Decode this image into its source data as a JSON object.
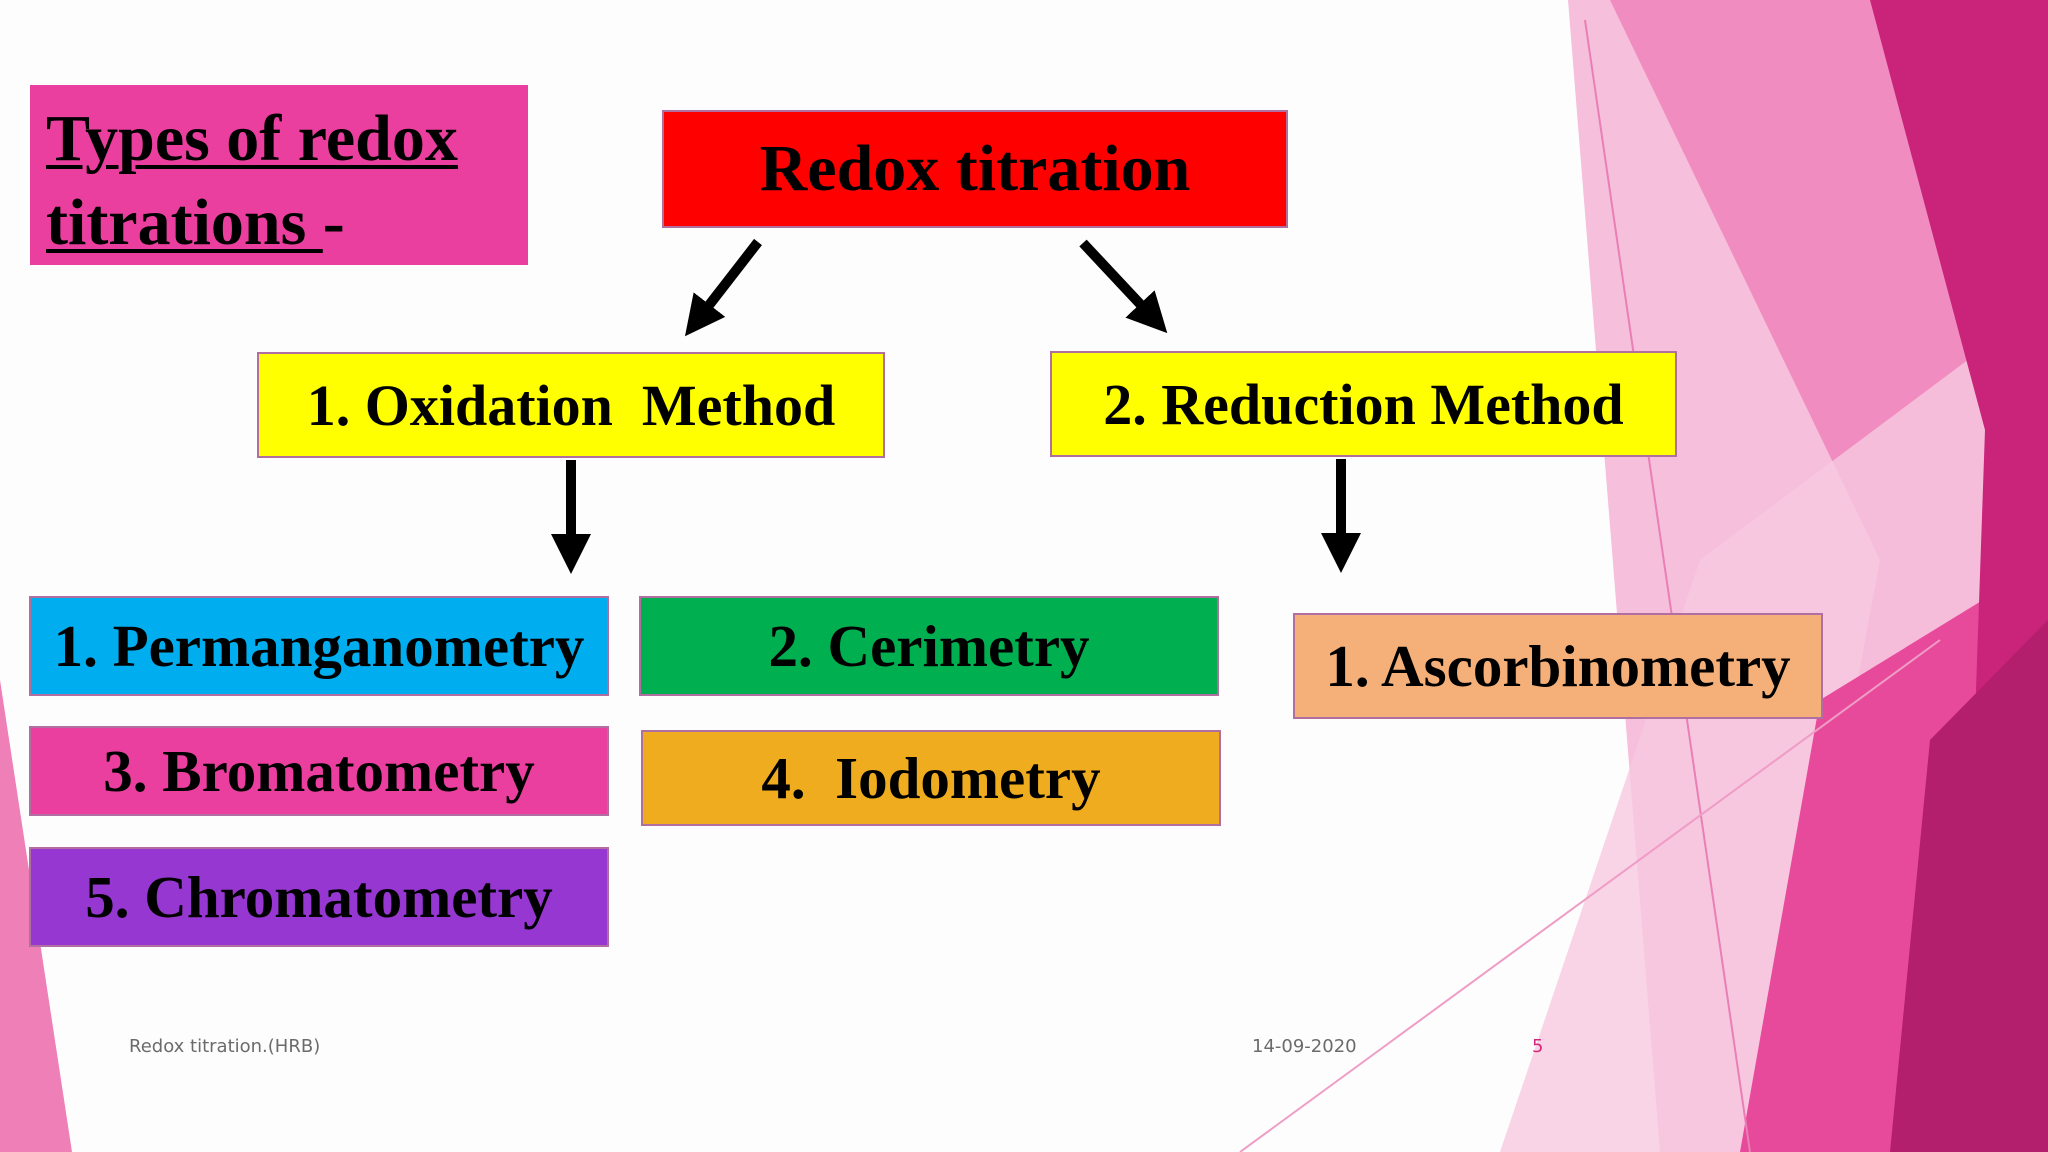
{
  "slide": {
    "heading_line1": "Types of redox",
    "heading_line2": "titrations ",
    "heading_dash": "-",
    "root": "Redox titration",
    "methods": {
      "oxidation": "1. Oxidation  Method",
      "reduction": "2. Reduction Method"
    },
    "oxidation_items": {
      "permanganometry": "1. Permanganometry",
      "cerimetry": "2. Cerimetry",
      "bromatometry": "3. Bromatometry",
      "iodometry": "4.  Iodometry",
      "chromatometry": "5. Chromatometry"
    },
    "reduction_items": {
      "ascorbinometry": "1. Ascorbinometry"
    }
  },
  "footer": {
    "left_text": "Redox titration.(HRB)",
    "date": "14-09-2020",
    "page_number": "5"
  },
  "colors": {
    "heading_bg": "#ea3f9e",
    "root_bg": "#ff0000",
    "method_bg": "#ffff00",
    "permanganometry_bg": "#00aeef",
    "cerimetry_bg": "#00b050",
    "bromatometry_bg": "#ea3f9e",
    "iodometry_bg": "#efac1f",
    "chromatometry_bg": "#9537d0",
    "ascorbinometry_bg": "#f5b07a",
    "accent_pink": "#d6287e"
  }
}
